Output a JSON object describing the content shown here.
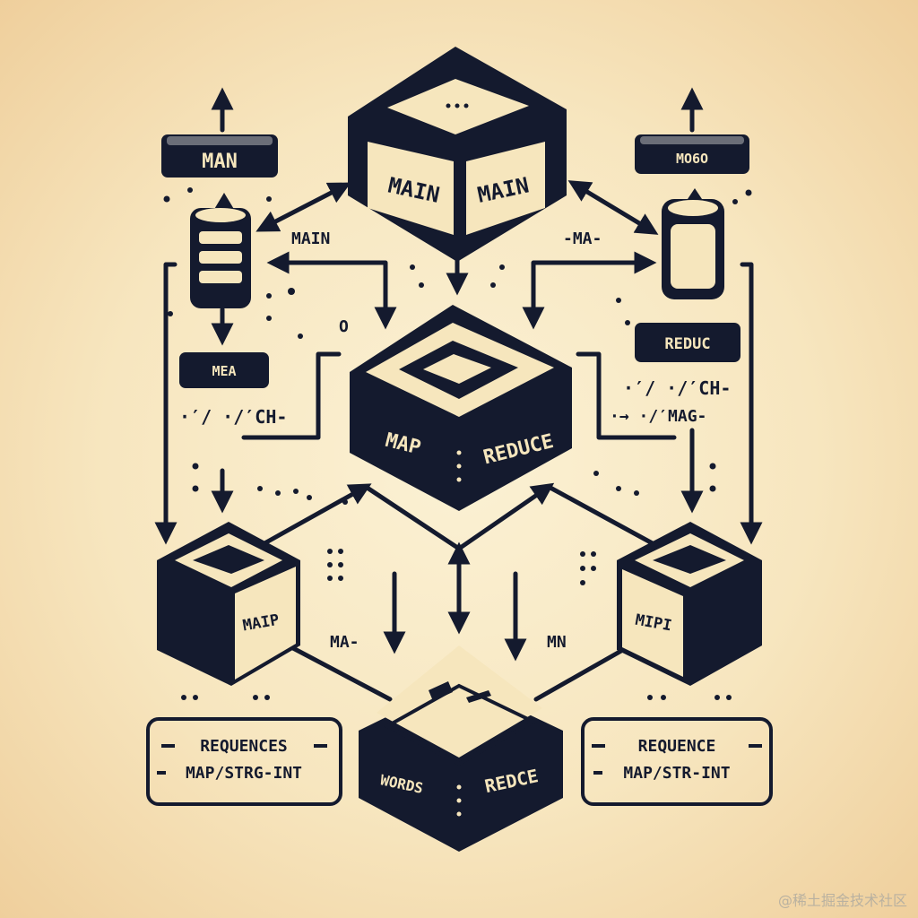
{
  "colors": {
    "ink": "#141a2e",
    "paper": "#f8e9c4",
    "cream": "#f6e6bd"
  },
  "top_cube": {
    "face_left": "MAIN",
    "face_right": "MAIN"
  },
  "center_cube": {
    "face_left": "MAP",
    "face_right": "REDUCE"
  },
  "left_cube": {
    "label": "MAIP"
  },
  "right_cube": {
    "label": "MIPI"
  },
  "bottom_cube": {
    "face_left": "WORDS",
    "face_right": "REDCE"
  },
  "labels": {
    "tag_top_left": "MAN",
    "tag_top_right": "MO6O",
    "tag_mid_left": "MEA",
    "tag_mid_right": "REDUC",
    "float_main": "MAIN",
    "float_ma_right": "-MA-",
    "float_o": "O",
    "ch_left": "·′/ ·/′CH-",
    "ch_right_1": "·′/ ·/′CH-",
    "ch_right_2": "·→ ·/′MAG-",
    "ma_bottom": "MA-",
    "mn_bottom": "MN"
  },
  "box_left": {
    "line1": "REQUENCES",
    "line2": "MAP/STRG-INT"
  },
  "box_right": {
    "line1": "REQUENCE",
    "line2": "MAP/STR-INT"
  },
  "watermark": "@稀土掘金技术社区"
}
